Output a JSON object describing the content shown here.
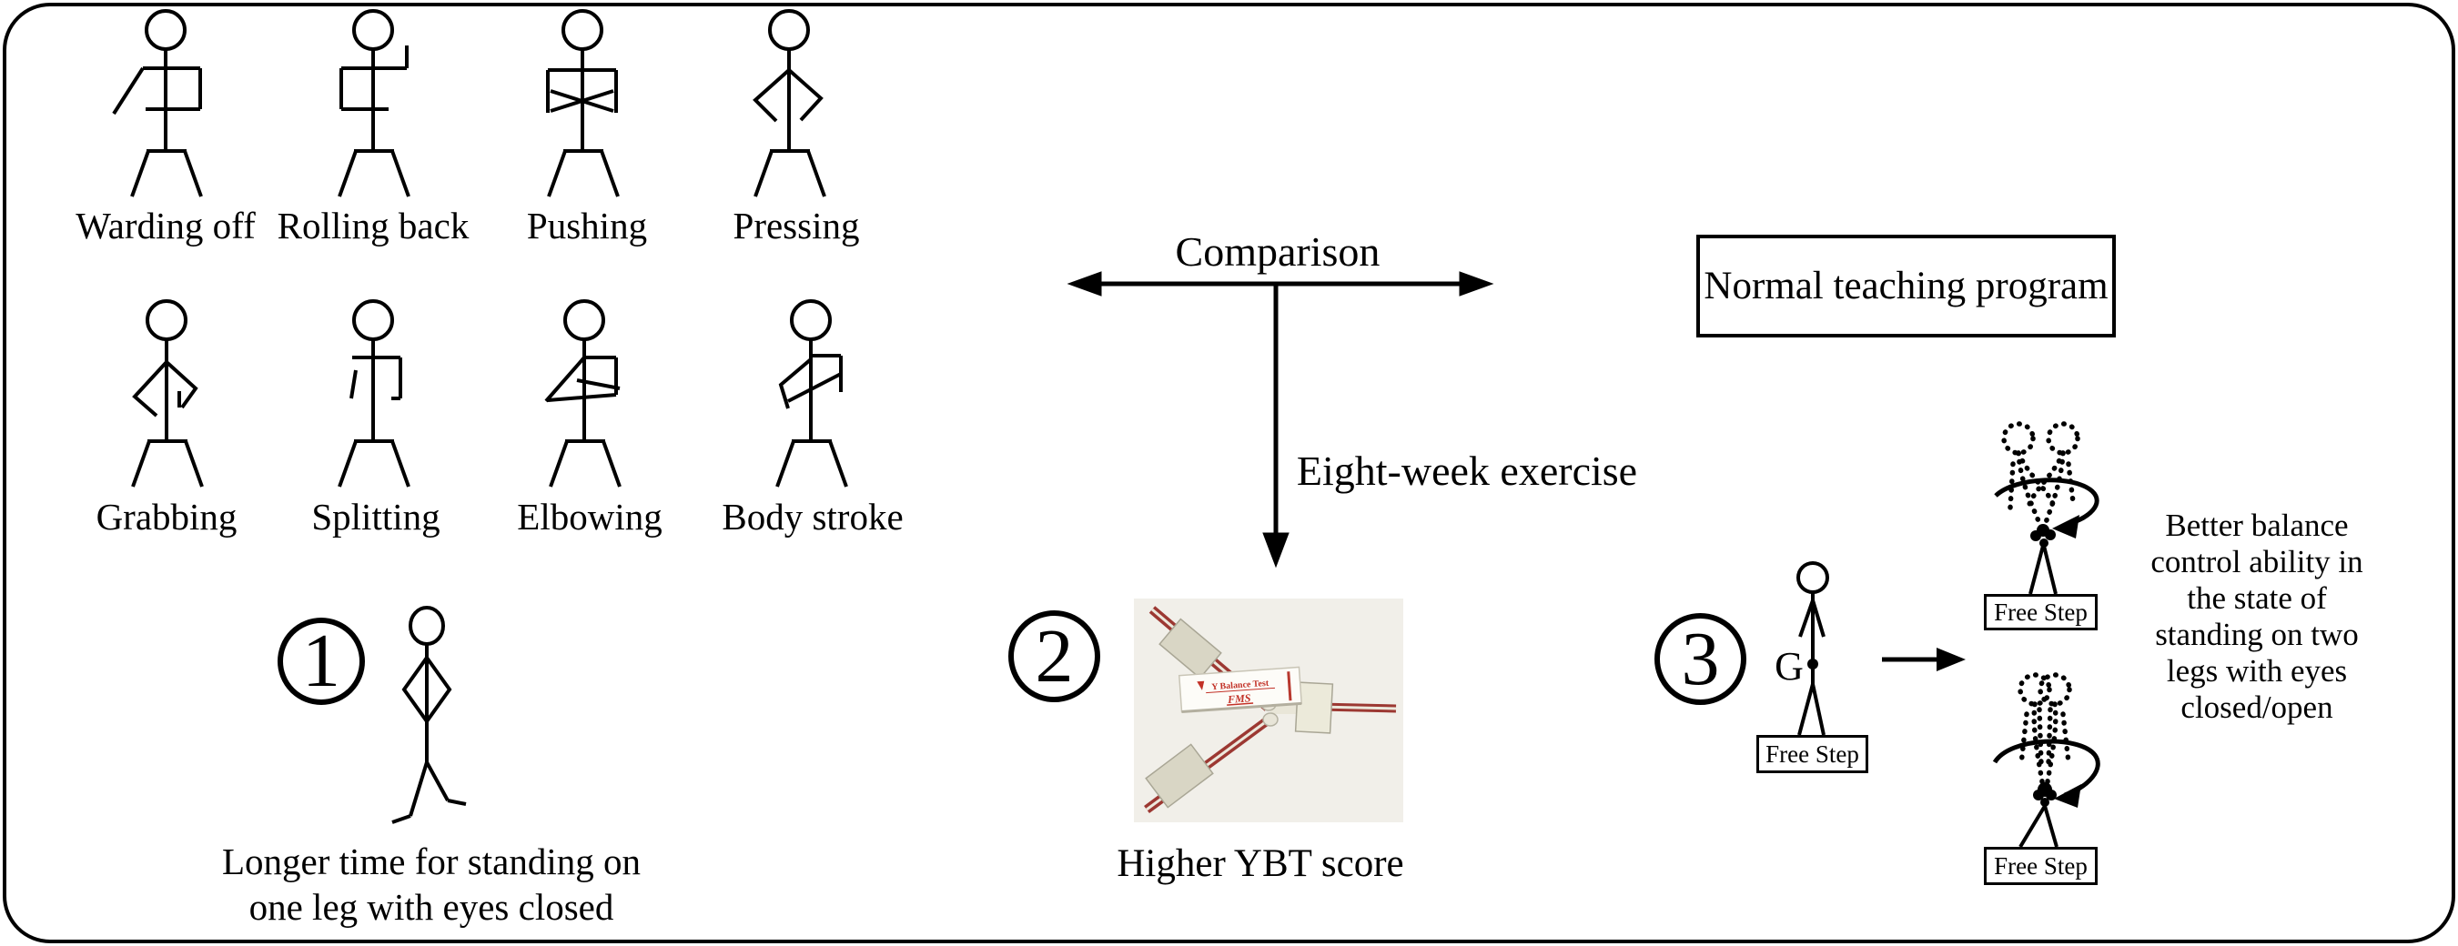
{
  "taichi_moves": {
    "row1": [
      "Warding off",
      "Rolling back",
      "Pushing",
      "Pressing"
    ],
    "row2": [
      "Grabbing",
      "Splitting",
      "Elbowing",
      "Body stroke"
    ]
  },
  "comparison": {
    "arrow_label": "Comparison",
    "duration_label": "Eight-week exercise",
    "control_group_label": "Normal teaching program"
  },
  "outcomes": [
    {
      "number": "1",
      "caption": "Longer time for standing on\none leg with eyes closed"
    },
    {
      "number": "2",
      "caption": "Higher YBT score"
    },
    {
      "number": "3",
      "caption": "Better balance\ncontrol ability in\nthe state of\nstanding on two\nlegs with eyes\nclosed/open"
    }
  ],
  "labels": {
    "free_step": "Free Step",
    "gravity_center": "G"
  },
  "ybt_device": {
    "brand_line1": "Y Balance Test",
    "brand_line2": "FMS"
  },
  "colors": {
    "ink": "#000000",
    "background": "#ffffff",
    "rail_red": "#9c3832",
    "photo_background": "#f1efe9",
    "device_block": "#d9d6c5",
    "device_text_red": "#c23127"
  }
}
